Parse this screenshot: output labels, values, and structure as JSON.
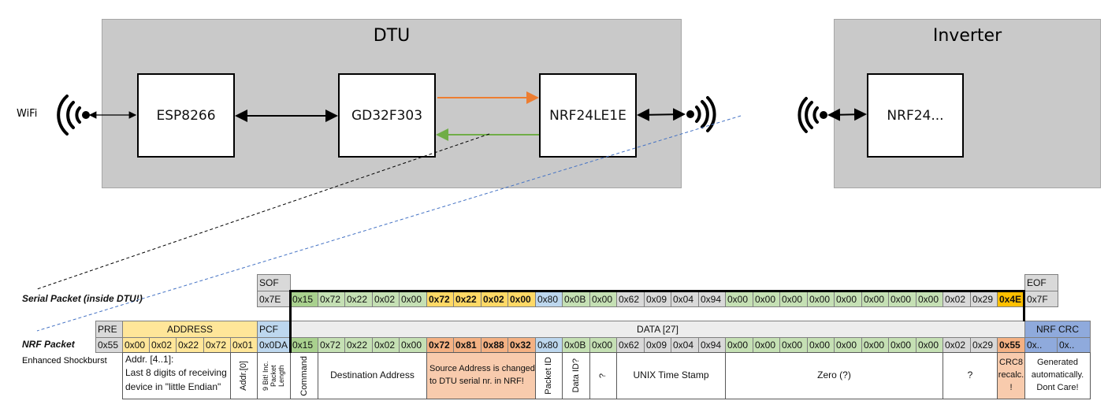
{
  "diagram": {
    "dtu_title": "DTU",
    "inverter_title": "Inverter",
    "wifi_label": "WiFi",
    "chips": {
      "esp": "ESP8266",
      "gd32": "GD32F303",
      "nrf_dtu": "NRF24LE1E",
      "nrf_inv": "NRF24..."
    },
    "colors": {
      "box_gray": "#c9c9c9",
      "tx_arrow": "#ed7d31",
      "rx_arrow": "#70ad47",
      "serial_link": "#000000",
      "nrf_link": "#4472c4"
    },
    "icons": [
      "wifi-icon",
      "radio-waves-icon"
    ]
  },
  "palette": {
    "command": "#a9d18e",
    "light_green": "#c5e0b4",
    "yellow": "#ffd966",
    "gold": "#ffc000",
    "blue": "#bdd7ee",
    "gray": "#d9d9d9",
    "orange": "#f4b183",
    "crc_blue": "#8faadc",
    "address": "#ffe699",
    "data_header": "#ededed",
    "desc_orange": "#f8cbad"
  },
  "serial": {
    "label": "Serial Packet (inside DTU!)",
    "sof_header": "SOF",
    "sof_value": "0x7E",
    "eof_header": "EOF",
    "eof_value": "0x7F",
    "bytes": [
      {
        "v": "0x15",
        "k": "command"
      },
      {
        "v": "0x72",
        "k": "light_green"
      },
      {
        "v": "0x22",
        "k": "light_green"
      },
      {
        "v": "0x02",
        "k": "light_green"
      },
      {
        "v": "0x00",
        "k": "light_green"
      },
      {
        "v": "0x72",
        "k": "yellow",
        "bold": true
      },
      {
        "v": "0x22",
        "k": "yellow",
        "bold": true
      },
      {
        "v": "0x02",
        "k": "yellow",
        "bold": true
      },
      {
        "v": "0x00",
        "k": "yellow",
        "bold": true
      },
      {
        "v": "0x80",
        "k": "blue"
      },
      {
        "v": "0x0B",
        "k": "light_green"
      },
      {
        "v": "0x00",
        "k": "light_green"
      },
      {
        "v": "0x62",
        "k": "gray"
      },
      {
        "v": "0x09",
        "k": "gray"
      },
      {
        "v": "0x04",
        "k": "gray"
      },
      {
        "v": "0x94",
        "k": "gray"
      },
      {
        "v": "0x00",
        "k": "light_green"
      },
      {
        "v": "0x00",
        "k": "light_green"
      },
      {
        "v": "0x00",
        "k": "light_green"
      },
      {
        "v": "0x00",
        "k": "light_green"
      },
      {
        "v": "0x00",
        "k": "light_green"
      },
      {
        "v": "0x00",
        "k": "light_green"
      },
      {
        "v": "0x00",
        "k": "light_green"
      },
      {
        "v": "0x00",
        "k": "light_green"
      },
      {
        "v": "0x02",
        "k": "gray"
      },
      {
        "v": "0x29",
        "k": "gray"
      },
      {
        "v": "0x4E",
        "k": "gold",
        "bold": true
      }
    ]
  },
  "nrf": {
    "label": "NRF Packet",
    "sublabel": "Enhanced Shockburst",
    "headers": {
      "pre": "PRE",
      "address": "ADDRESS",
      "pcf": "PCF",
      "data": "DATA [27]",
      "crc": "NRF CRC"
    },
    "pre_value": "0x55",
    "address_values": [
      "0x00",
      "0x02",
      "0x22",
      "0x72",
      "0x01"
    ],
    "pcf_value": "0x0DA",
    "bytes": [
      {
        "v": "0x15",
        "k": "command"
      },
      {
        "v": "0x72",
        "k": "light_green"
      },
      {
        "v": "0x22",
        "k": "light_green"
      },
      {
        "v": "0x02",
        "k": "light_green"
      },
      {
        "v": "0x00",
        "k": "light_green"
      },
      {
        "v": "0x72",
        "k": "orange",
        "bold": true
      },
      {
        "v": "0x81",
        "k": "orange",
        "bold": true
      },
      {
        "v": "0x88",
        "k": "orange",
        "bold": true
      },
      {
        "v": "0x32",
        "k": "orange",
        "bold": true
      },
      {
        "v": "0x80",
        "k": "blue"
      },
      {
        "v": "0x0B",
        "k": "light_green"
      },
      {
        "v": "0x00",
        "k": "light_green"
      },
      {
        "v": "0x62",
        "k": "gray"
      },
      {
        "v": "0x09",
        "k": "gray"
      },
      {
        "v": "0x04",
        "k": "gray"
      },
      {
        "v": "0x94",
        "k": "gray"
      },
      {
        "v": "0x00",
        "k": "light_green"
      },
      {
        "v": "0x00",
        "k": "light_green"
      },
      {
        "v": "0x00",
        "k": "light_green"
      },
      {
        "v": "0x00",
        "k": "light_green"
      },
      {
        "v": "0x00",
        "k": "light_green"
      },
      {
        "v": "0x00",
        "k": "light_green"
      },
      {
        "v": "0x00",
        "k": "light_green"
      },
      {
        "v": "0x00",
        "k": "light_green"
      },
      {
        "v": "0x02",
        "k": "gray"
      },
      {
        "v": "0x29",
        "k": "gray"
      },
      {
        "v": "0x55",
        "k": "orange",
        "bold": true
      }
    ],
    "crc_values": [
      "0x..",
      "0x.."
    ],
    "descriptions": {
      "addr41_line1": "Addr. [4..1]:",
      "addr41_line2": "Last 8 digits of receiving",
      "addr41_line3": "device in \"little Endian\"",
      "addr0": "Addr.[0]",
      "pcf": "9 Bit! Inc. Packet Length",
      "command": "Command",
      "destination": "Destination Address",
      "source": "Source Address is changed to DTU serial nr. in NRF!",
      "packet_id": "Packet ID",
      "data_id": "Data ID?",
      "unknown1": "?",
      "timestamp": "UNIX Time Stamp",
      "zero": "Zero (?)",
      "unknown2": "?",
      "crc8": "CRC8 recalc. !",
      "generated": "Generated automatically. Dont Care!"
    }
  }
}
